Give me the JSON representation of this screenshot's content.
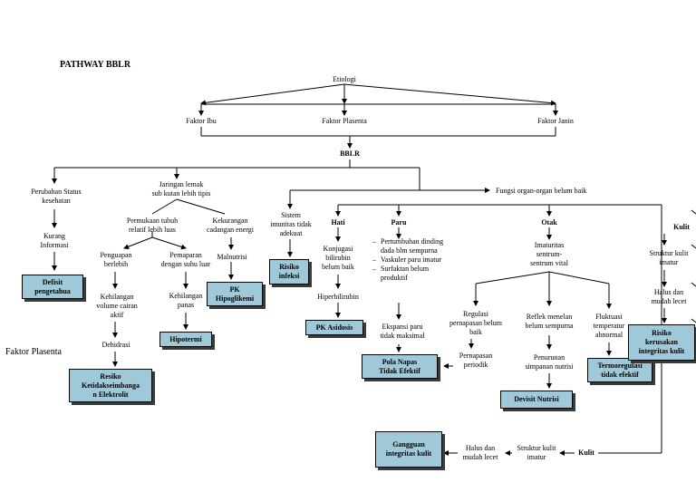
{
  "title": "PATHWAY BBLR",
  "side_label": "Faktor Plasenta",
  "top": {
    "etiologi": "Etiologi",
    "faktor_ibu": "Faktor Ibu",
    "faktor_plasenta": "Faktor  Plasenta",
    "faktor_janin": "Faktor Janin",
    "bblr": "BBLR",
    "fungsi_organ": "Fungsi organ-organ belum baik"
  },
  "left_branch": {
    "perubahan_status": "Perubahan Status\nkesehatan",
    "kurang_informasi": "Kurang\nInformasi",
    "defisit_pengetahuan": "Defisit\npengetahua",
    "jaringan_lemak": "Jaringan lemak\nsub kutan lebih tipis",
    "permukaan_tubuh": "Permukaan tubuh\nrelatif lebih luas",
    "penguapan": "Penguapan\nberlebih",
    "kehilangan_volume": "Kehilangan\nvolume cairan\naktif",
    "dehidrasi": "Dehidrasi",
    "resiko_ketidakseimbangan": "Resiko\nKetidakseimbanga\nn Elektrolit",
    "pemaparan": "Pemaparan\ndengan suhu luar",
    "kehilangan_panas": "Kehilangan\npanas",
    "hipotermi": "Hipotermi",
    "kekurangan_cadangan": "Kekurangan\ncadangan energi",
    "malnutrisi": "Malnutrisi",
    "pk_hipoglikemi": "PK\nHipoglikemi"
  },
  "organ_branch": {
    "sistem_imunitas": "Sistem\nimunitas tidak\nadekuat",
    "resiko_infeksi": "Risiko\ninfeksi",
    "hati": "Hati",
    "konjugasi": "Konjugasi\nbilirubin\nbelum baik",
    "hiperbilirubin": "Hiperbilirubin",
    "pk_asidosis": "PK Asidosis",
    "paru": "Paru",
    "paru_list": [
      "Pertumbuhan dinding dada blm sempurna",
      "Vaskuler paru imatur",
      "Surfaktan belum produktif"
    ],
    "ekspansi_paru": "Ekspansi paru\ntidak maksimal",
    "pola_napas": "Pola Napas\nTidak Efektif",
    "otak": "Otak",
    "imaturitas": "Imaturitas\nsentrum-\nsentrum vital",
    "regulasi": "Regulasi\npernapasan belum\nbaik",
    "pernapasan_periodik": "Pernapasan\nperiodik",
    "reflek": "Reflek menelan\nbelum sempurna",
    "penurunan": "Penurunan\nsimpanan nutrisi",
    "defisit_nutrisi": "Devisit Nutrisi",
    "fluktuasi": "Fluktuasi\ntemperatur\nabnormal",
    "termoregulasi": "Termoregulasi\ntidak efektif",
    "kulit_right": "Kulit",
    "struktur_right": "Struktur kulit\nimatur",
    "halus_right": "Halus dan\nmudah lecet",
    "resiko_kerusakan": "Risiko\nkerusakan\nintegritas kulit",
    "kulit_bottom": "Kulit",
    "struktur_bottom": "Struktur kulit\nimatur",
    "halus_bottom": "Halus dan\nmudah lecet",
    "gangguan_integritas": "Gangguan\nintegritas kulit"
  }
}
